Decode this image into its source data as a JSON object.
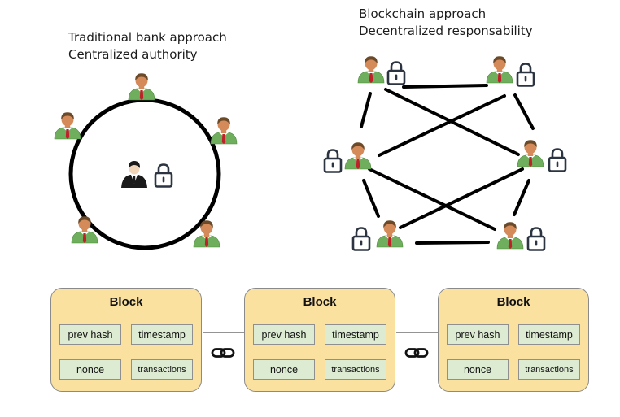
{
  "bank": {
    "title": "Traditional bank approach",
    "subtitle": "Centralized authority"
  },
  "blockchain": {
    "title": "Blockchain approach",
    "subtitle": "Decentralized responsability"
  },
  "blocks": [
    {
      "title": "Block",
      "fields": [
        "prev hash",
        "timestamp",
        "nonce",
        "transactions"
      ]
    },
    {
      "title": "Block",
      "fields": [
        "prev hash",
        "timestamp",
        "nonce",
        "transactions"
      ]
    },
    {
      "title": "Block",
      "fields": [
        "prev hash",
        "timestamp",
        "nonce",
        "transactions"
      ]
    }
  ],
  "icons": {
    "person": "user-icon",
    "banker": "banker-icon",
    "lock": "lock-icon",
    "link": "chain-link-icon"
  },
  "colors": {
    "block_fill": "#fbe1a0",
    "field_fill": "#dcebd2",
    "shirt_green": "#6fae5c",
    "skin": "#d58a5a",
    "hair": "#6b4a2a",
    "tie": "#c0202a"
  }
}
